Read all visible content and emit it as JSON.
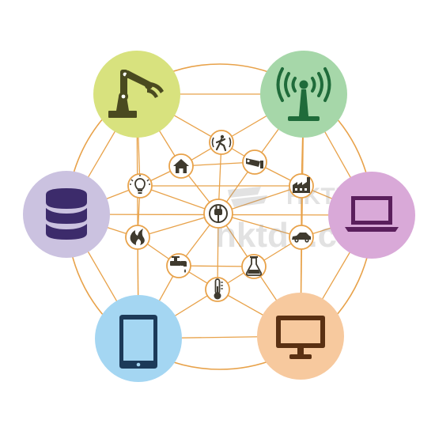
{
  "watermark": {
    "brand_upper": "HKTDC",
    "brand_lower": "hktdc.com"
  },
  "colors": {
    "line": "#e8a24a",
    "node_stroke": "#e8a24a",
    "icon_dark": "#3f3a2e",
    "robot_bg": "#d8e27e",
    "robot_icon": "#4a4a20",
    "wifi_bg": "#a6d7a9",
    "wifi_icon": "#1f6b3a",
    "database_bg": "#cbc2e0",
    "database_icon": "#3c2b6b",
    "laptop_bg": "#d9a9d8",
    "laptop_icon": "#5a1f5c",
    "tablet_bg": "#a4d6f2",
    "tablet_icon": "#1c3a59",
    "monitor_bg": "#f7c99e",
    "monitor_icon": "#5a3012"
  },
  "devices": [
    {
      "id": "robot-arm",
      "icon": "robot-arm-icon"
    },
    {
      "id": "wifi-tower",
      "icon": "wifi-tower-icon"
    },
    {
      "id": "database",
      "icon": "database-icon"
    },
    {
      "id": "laptop",
      "icon": "laptop-icon"
    },
    {
      "id": "tablet",
      "icon": "tablet-icon"
    },
    {
      "id": "monitor",
      "icon": "monitor-icon"
    }
  ],
  "hubs": [
    {
      "id": "plug",
      "icon": "power-plug-icon"
    },
    {
      "id": "motion",
      "icon": "motion-sensor-icon"
    },
    {
      "id": "home",
      "icon": "home-icon"
    },
    {
      "id": "camera",
      "icon": "security-camera-icon"
    },
    {
      "id": "bulb",
      "icon": "lightbulb-icon"
    },
    {
      "id": "factory",
      "icon": "factory-icon"
    },
    {
      "id": "flame",
      "icon": "flame-icon"
    },
    {
      "id": "car",
      "icon": "car-icon"
    },
    {
      "id": "faucet",
      "icon": "faucet-icon"
    },
    {
      "id": "flask",
      "icon": "flask-icon"
    },
    {
      "id": "thermometer",
      "icon": "thermometer-icon"
    }
  ]
}
